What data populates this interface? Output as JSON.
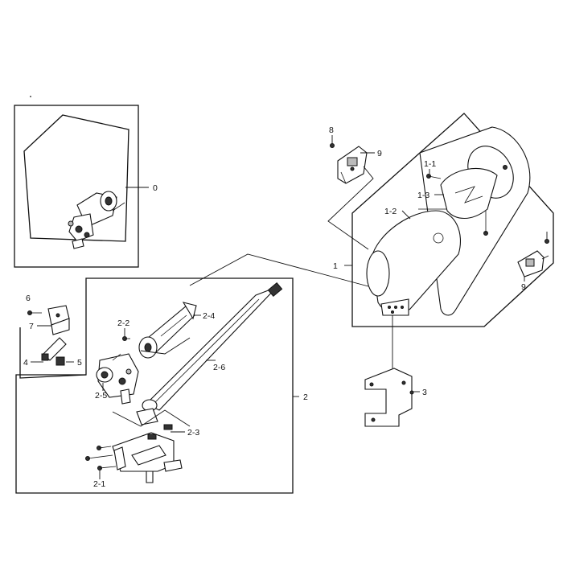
{
  "callouts": {
    "c0": "0",
    "c1": "1",
    "c1_1": "1-1",
    "c1_2": "1-2",
    "c1_3": "1-3",
    "c2": "2",
    "c2_1": "2-1",
    "c2_2": "2-2",
    "c2_3": "2-3",
    "c2_4": "2-4",
    "c2_5": "2-5",
    "c2_6": "2-6",
    "c3": "3",
    "c4": "4",
    "c5": "5",
    "c6": "6",
    "c7": "7",
    "c8": "8",
    "c9_top": "9",
    "c9_right": "9"
  }
}
